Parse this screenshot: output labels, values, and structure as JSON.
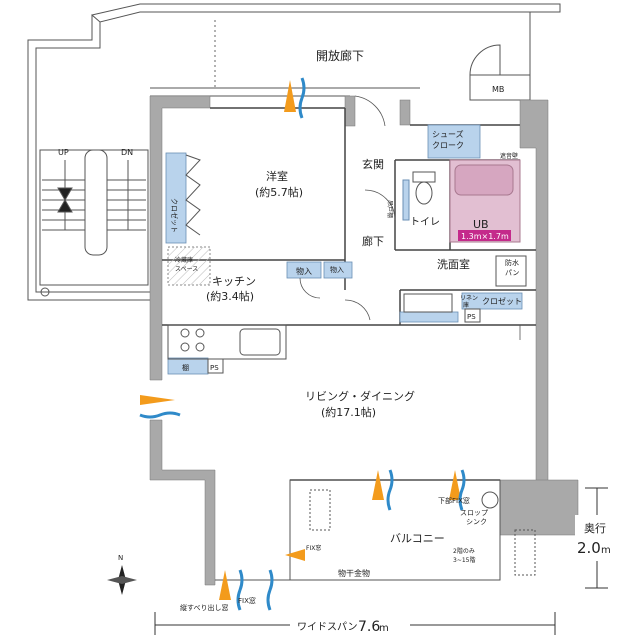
{
  "rooms": {
    "corridor": "開放廊下",
    "mb": "MB",
    "western_room": "洋室",
    "western_room_size": "(約5.7帖)",
    "shoe_closet": "シューズ\nクローク",
    "entrance": "玄関",
    "toilet": "トイレ",
    "shelf_toilet": "吊戸棚",
    "ub": "UB",
    "ub_size": "1.3m×1.7m",
    "heater": "遮音壁",
    "hallway": "廊下",
    "washroom": "洗面室",
    "waterproof_pan": "防水パン",
    "closet_west": "クロゼット",
    "fridge": "冷蔵庫\nスペース",
    "kitchen": "キッチン",
    "kitchen_size": "(約3.4帖)",
    "storage1": "物入",
    "storage2": "物入",
    "linen": "リネン庫",
    "closet_wash": "クロゼット",
    "ps1": "PS",
    "ps2": "PS",
    "shelf": "棚",
    "living": "リビング・ダイニング",
    "living_size": "(約17.1帖)",
    "balcony": "バルコニー",
    "slop_sink": "スロップ\nシンク",
    "fix_window_lower": "下部FIX窓",
    "unit_note": "2階のみ\n3~15階",
    "hardware": "物干金物",
    "fix_window": "FIX窓",
    "tall_window": "縦すべり出し窓",
    "stair_up": "UP",
    "stair_dn": "DN",
    "north": "N"
  },
  "dimensions": {
    "wide_span": "ワイドスパン",
    "wide_span_value": "7.6",
    "wide_span_unit": "m",
    "depth_label": "奥行",
    "depth_value": "2.0",
    "depth_unit": "m"
  },
  "colors": {
    "wall": "#a9a9a9",
    "closet_blue": "#b9d3ec",
    "bath_pink": "#e2bfd2",
    "bath_accent": "#c42a8b",
    "wind_orange": "#f39b1c",
    "wind_blue": "#2f8ac9",
    "line": "#333333"
  }
}
